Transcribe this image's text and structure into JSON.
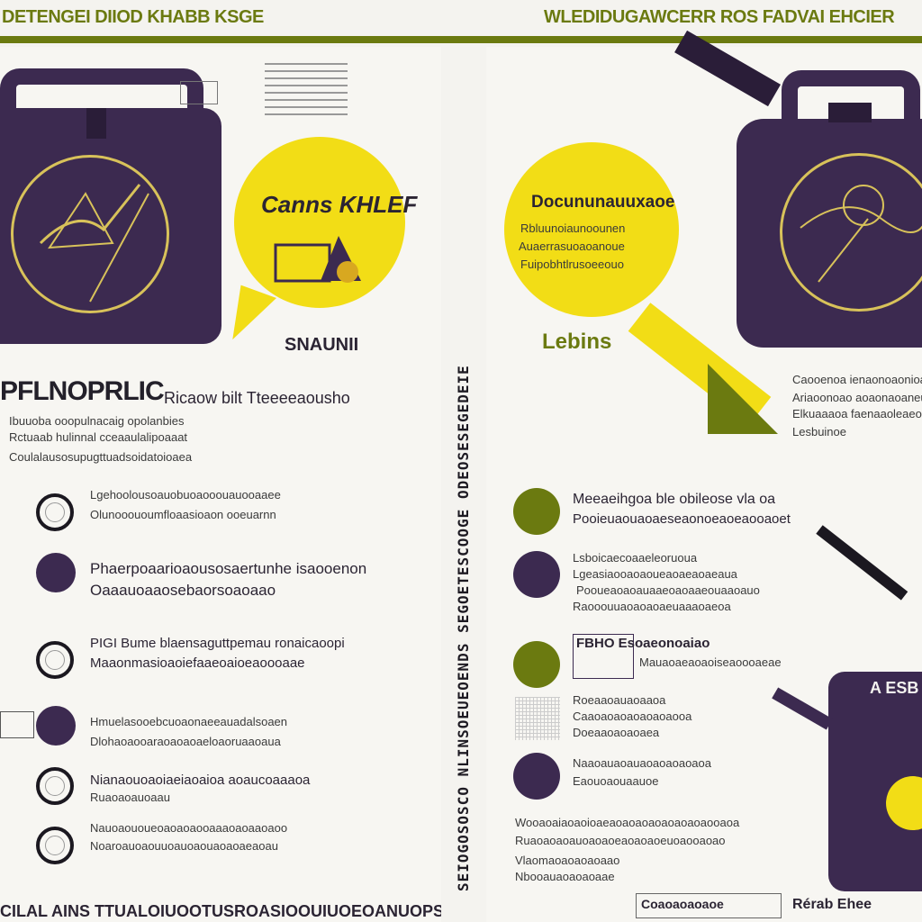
{
  "header": {
    "left_title": "DETENGEI DIIOD KHABB KSGE",
    "right_title": "WLEDIDUGAWCERR ROS FADVAI EHCIER"
  },
  "left_page": {
    "bubble_text": "Canns KHLEF",
    "under_bubble_label": "SNAUNII",
    "main_title": "PFLNOPRLIC",
    "subtitle_line": "Ricaow bilt Tteeeeaousho",
    "intro_lines": [
      "Ibuuoba ooopulnacaig opolanbies",
      "Rctuaab hulinnal cceaaulalipoaaat",
      "Coulalausosupugttuadsoidatoioaea"
    ],
    "items": [
      {
        "icon": "ring-icon",
        "lines": [
          "Lgehoolousoauobuoaooouauooaaee",
          "Olunooououmfloaasioaon ooeuarnn"
        ]
      },
      {
        "icon": "dot-icon",
        "lines": [
          "Phaerpoaarioaousosaertunhe isaooenon",
          "Oaaauoaaosebaorsoaoaao"
        ]
      },
      {
        "icon": "ring-icon",
        "lines": [
          "PIGI Bume blaensaguttpemau ronaicaoopi",
          "Maaonmasioaoiefaaeoaioeaoooaae"
        ]
      },
      {
        "icon": "dot-icon",
        "lines": [
          "Hmuelasooebcuoaonaeeauadalsoaen",
          "Dlohaoaooaraoaoaoaeloaoruaaoaua"
        ]
      },
      {
        "icon": "ring-icon",
        "lines": [
          "Nianaouoaoiaeiaoaioa aoaucoaaaoa",
          "Ruaoaoauoaau"
        ]
      },
      {
        "icon": "ring-icon",
        "lines": [
          "Nauoaououeoaoaoaooaaaoaoaaoaoo",
          "Noaroauoaouuoauoaouaoaoaeaoau"
        ]
      }
    ],
    "footer_text": "CILAL AINS TTUALOIUOOTUSROASIOOUIUOEOANUOPSUAOUSOAEAIOUSAGIO"
  },
  "spine": {
    "text": "SEIOGOSOSCO NLINSOEUEOENDS SEGOETESCOOGE ODEOSESEGEDEIE"
  },
  "right_page": {
    "bubble_text_lines": [
      "Docununauuxaoe",
      "Rbluunoiaunoounen",
      "Auaerrasuoaoanoue",
      "Fuipobhtlrusoeeouo"
    ],
    "side_label": "Lebins",
    "callout_lines": [
      "Caooenoa ienaonoaonioaol",
      "Ariaoonoao aoaonaoaneunon",
      "Elkuaaaoa faenaaoleaeoaao",
      "Lesbuinoe"
    ],
    "items": [
      {
        "icon": "olive-dot-icon",
        "lines": [
          "Meeaeihgoa ble obileose vla oa",
          "Pooieuaouaoaeseaonoeaoeaooaoet"
        ]
      },
      {
        "icon": "purple-dot-icon",
        "lines": [
          "Lsboicaecoaaeleoruoua",
          "Lgeasiaooaoaoueaoaeaoaeaua",
          "Pooueaoaoauaaeoaoaaeouaaoauo",
          "Raooouuaoaoaoaeuaaaoaeoa"
        ]
      },
      {
        "icon": "olive-dot-icon",
        "lines": [
          "FBHO Esoaeonoaiao",
          "Mauaoaeaoaoiseaoooaeae"
        ]
      },
      {
        "icon": "grid-icon",
        "lines": [
          "Roeaaoauaoaaoa",
          "Caaoaoaoaoaoaoaooa",
          "Doeaaoaoaoaea"
        ]
      },
      {
        "icon": "purple-dot-icon",
        "lines": [
          "Naaoauaoauaoaoaoaoaoa",
          "Eaouoaouaauoe"
        ]
      }
    ],
    "closing_lines": [
      "Wooaoaiaoaoioaeaoaoaoaoaoaoaoaooaoa",
      "Ruaoaoaoauoaoaoeaoaoaoeuoaooaoao",
      "Vlaomaoaoaoaoaao",
      "Nbooauaoaoaoaae"
    ],
    "canister_label": "A ESB",
    "footer_badge": "Coaoaoaoaoe",
    "footer_text": "Rérab Ehee"
  },
  "colors": {
    "purple": "#3c2a50",
    "olive": "#6b7a10",
    "yellow": "#f2dd16",
    "gold": "#d8c25a",
    "ink": "#1b1820"
  }
}
